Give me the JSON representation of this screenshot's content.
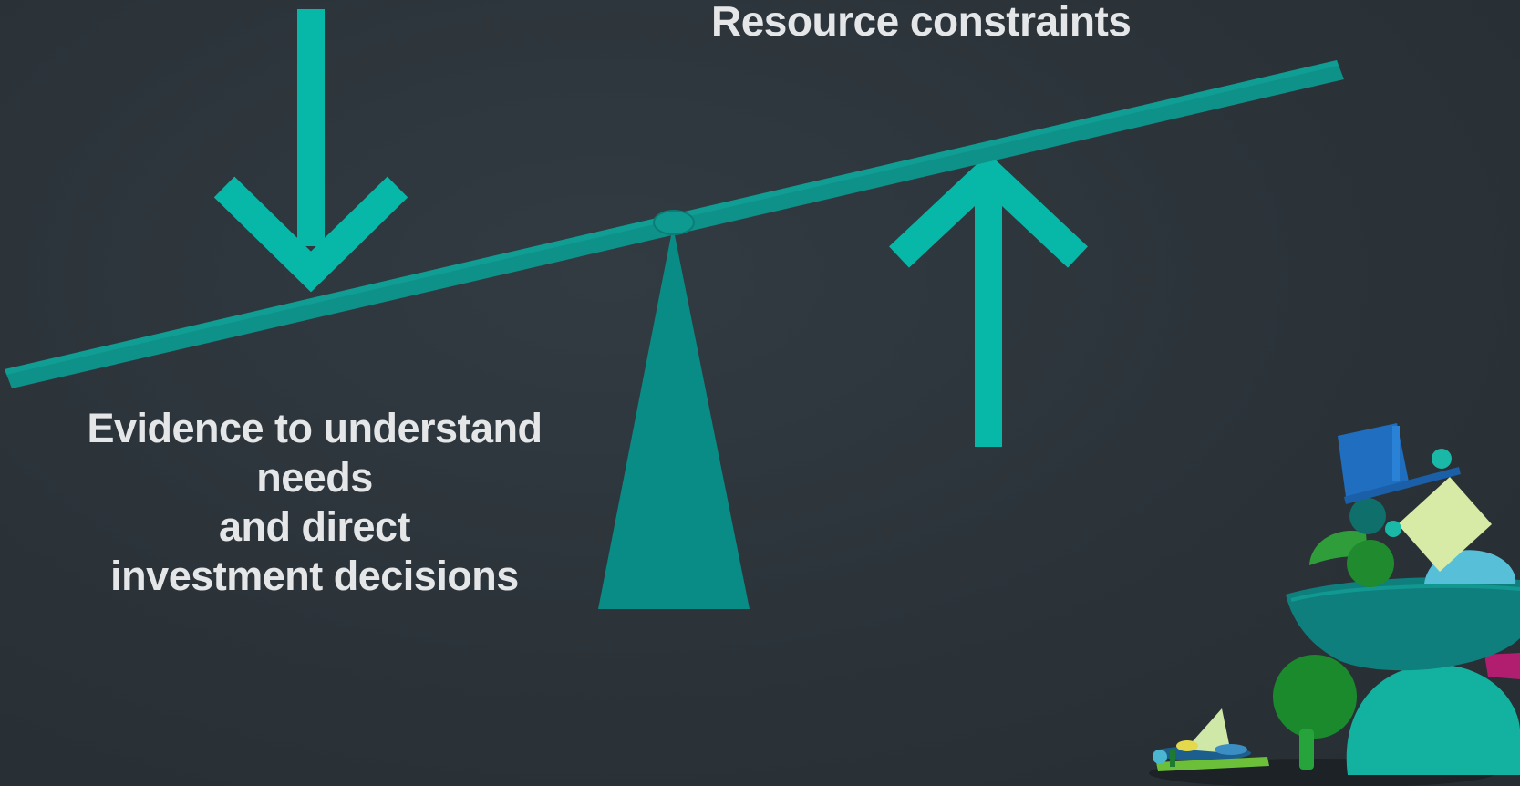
{
  "diagram": {
    "left_label_lines": [
      "Evidence to understand",
      "needs",
      "and direct",
      "investment decisions"
    ],
    "right_label": "Resource constraints",
    "left_arrow_direction": "down",
    "right_arrow_direction": "up",
    "colors": {
      "background": "#2b3339",
      "accent": "#07b8a8",
      "beam": "#0d9188",
      "fulcrum": "#0a8c86",
      "text": "#e4e6e8"
    },
    "decoration": "stacked-stones-illustration"
  }
}
